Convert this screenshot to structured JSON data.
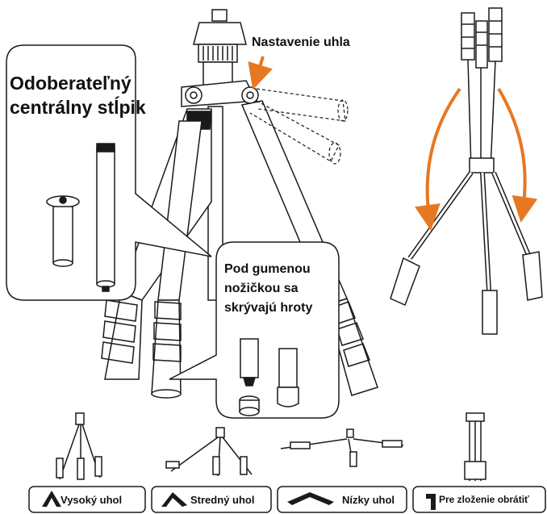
{
  "callouts": {
    "removable_column": "Odoberateľný centrálny stĺpik",
    "angle_adjust": "Nastavenie uhla",
    "hidden_spikes": "Pod gumenou nožičkou sa skrývajú hroty"
  },
  "modes": [
    {
      "label": "Vysoký uhol"
    },
    {
      "label": "Stredný uhol"
    },
    {
      "label": "Nízky uhol"
    },
    {
      "label": "Pre zloženie obrátiť"
    }
  ],
  "colors": {
    "arrow": "#e87722",
    "line": "#1a1a1a",
    "background": "#ffffff"
  }
}
